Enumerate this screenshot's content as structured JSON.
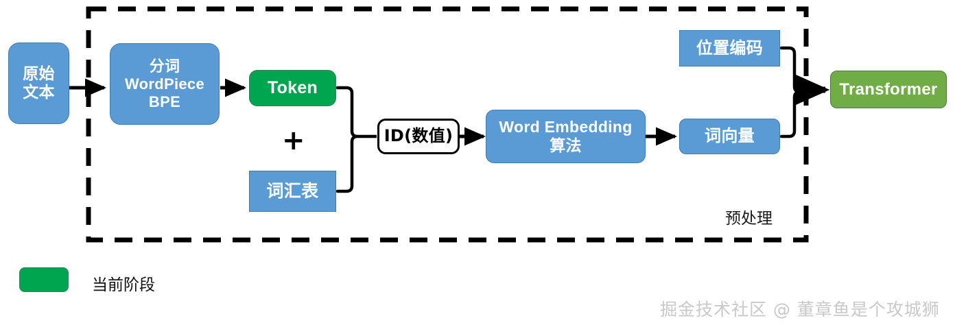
{
  "diagram": {
    "title_region_label": "预处理",
    "nodes": [
      {
        "id": "raw-text",
        "label": "原始\n文本",
        "color": "#5b9bd5",
        "shape": "rounded"
      },
      {
        "id": "tokenizer",
        "label": "分词\nWordPiece\nBPE",
        "color": "#5b9bd5",
        "shape": "rounded"
      },
      {
        "id": "token",
        "label": "Token",
        "color": "#00a550",
        "shape": "rounded"
      },
      {
        "id": "vocab",
        "label": "词汇表",
        "color": "#5b9bd5",
        "shape": "square"
      },
      {
        "id": "id-numeric",
        "label": "ID(数值)",
        "color": "#ffffff",
        "shape": "rounded"
      },
      {
        "id": "word-embedding",
        "label": "Word Embedding\n算法",
        "color": "#5b9bd5",
        "shape": "rounded"
      },
      {
        "id": "word-vector",
        "label": "词向量",
        "color": "#5b9bd5",
        "shape": "rounded"
      },
      {
        "id": "position-encode",
        "label": "位置编码",
        "color": "#5b9bd5",
        "shape": "square"
      },
      {
        "id": "transformer",
        "label": "Transformer",
        "color": "#70ad47",
        "shape": "rounded"
      }
    ],
    "operator": "+",
    "node_labels": {
      "raw_text_line1": "原始",
      "raw_text_line2": "文本",
      "tokenizer_line1": "分词",
      "tokenizer_line2": "WordPiece",
      "tokenizer_line3": "BPE",
      "token": "Token",
      "vocab": "词汇表",
      "id_numeric": "ID(数值)",
      "word_embedding_line1": "Word Embedding",
      "word_embedding_line2": "算法",
      "word_vector": "词向量",
      "position_encoding": "位置编码",
      "transformer": "Transformer"
    }
  },
  "legend": {
    "swatch_color": "#00a550",
    "label": "当前阶段"
  },
  "watermark": {
    "text": "掘金技术社区 @ 董章鱼是个攻城狮",
    "color": "#c9c9c9"
  },
  "colors": {
    "blue": "#5b9bd5",
    "green": "#00a550",
    "olive": "#70ad47",
    "stroke": "#000000",
    "background": "#ffffff"
  }
}
